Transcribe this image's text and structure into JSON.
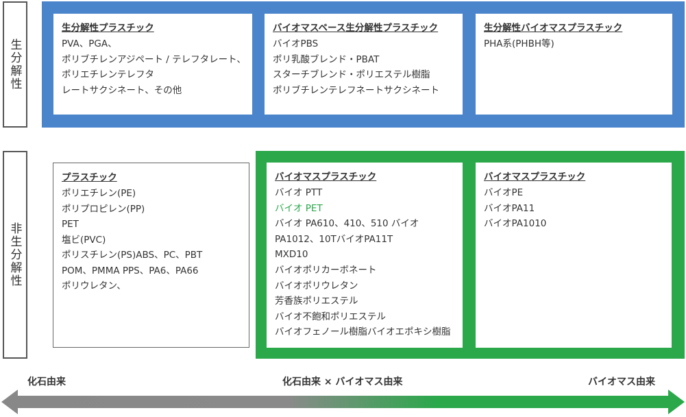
{
  "side_labels": {
    "biodegradable": "生分解性",
    "non_biodegradable": "非生分解性"
  },
  "biodegradable_row": {
    "boxes": [
      {
        "title": "生分解性プラスチック",
        "items": [
          "PVA、PGA、",
          "ポリブチレンアジペート / テレフタレート、",
          "ポリエチレンテレフタ",
          "レートサクシネート、その他"
        ]
      },
      {
        "title": "バイオマスベース生分解性プラスチック",
        "items": [
          "バイオPBS",
          "ポリ乳酸ブレンド・PBAT",
          "スターチブレンド・ポリエステル樹脂",
          "ポリブチレンテレフネートサクシネート"
        ]
      },
      {
        "title": "生分解性バイオマスプラスチック",
        "items": [
          "PHA系(PHBH等)"
        ]
      }
    ]
  },
  "non_biodegradable_row": {
    "boxes": [
      {
        "title": "プラスチック",
        "items": [
          "ポリエチレン(PE)",
          "ポリプロピレン(PP)",
          "PET",
          "塩ビ(PVC)",
          "ポリスチレン(PS)ABS、PC、PBT",
          "POM、PMMA PPS、PA6、PA66",
          "ポリウレタン、"
        ]
      },
      {
        "title": "バイオマスプラスチック",
        "items": [
          "バイオ PTT",
          "バイオ PET",
          "バイオ PA610、410、510 バイオ",
          "PA1012、10TバイオPA11T",
          "MXD10",
          "バイオポリカーボネート",
          "バイオポリウレタン",
          "芳香族ポリエステル",
          "バイオ不飽和ポリエステル",
          "バイオフェノール樹脂バイオエポキシ樹脂"
        ]
      },
      {
        "title": "バイオマスプラスチック",
        "items": [
          "バイオPE",
          "バイオPA11",
          "バイオPA1010"
        ]
      }
    ]
  },
  "axis": {
    "left_label": "化石由来",
    "center_label": "化石由来 × バイオマス由来",
    "right_label": "バイオマス由来"
  },
  "colors": {
    "biodegradable_band": "#4a85cc",
    "biomass_band": "#2aa84a",
    "fossil_arrow": "#888888",
    "highlight_text": "#2aa84a"
  }
}
